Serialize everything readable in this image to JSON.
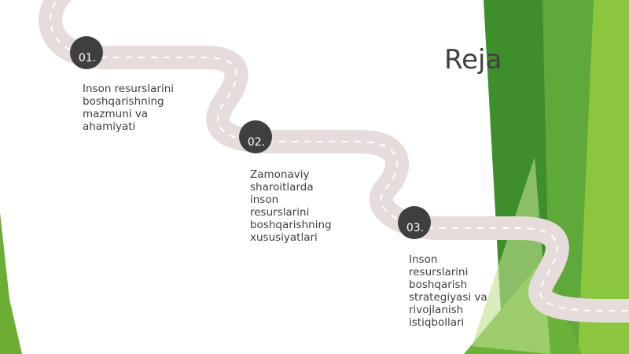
{
  "slide": {
    "title": "Reja",
    "items": [
      {
        "number": "01.",
        "text": "Inson resurslarini boshqarishning mazmuni va ahamiyati"
      },
      {
        "number": "02.",
        "text": "Zamonaviy sharoitlarda inson resurslarini boshqarishning xususiyatlari"
      },
      {
        "number": "03.",
        "text": "Inson resurslarini boshqarish strategiyasi va rivojlanish istiqbollari"
      }
    ]
  },
  "colors": {
    "green_light": "#8cc63f",
    "green_dark": "#3e8e2b",
    "road": "#e6dcdc",
    "badge": "#3f3f3f",
    "text": "#404040"
  }
}
